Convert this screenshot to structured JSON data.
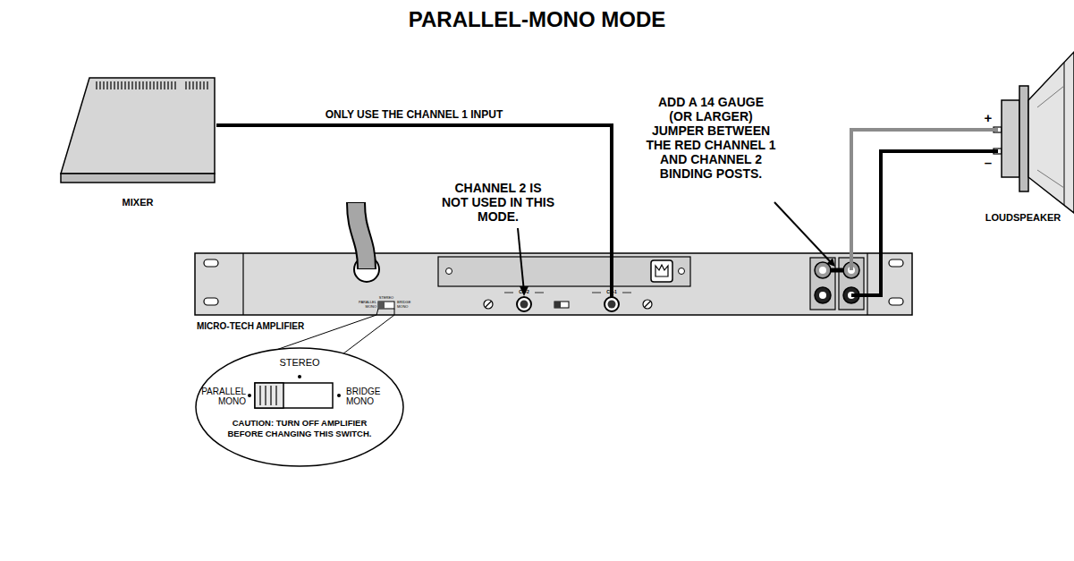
{
  "diagram": {
    "title": "PARALLEL-MONO MODE",
    "nodes": [
      {
        "text": [
          "MIXER"
        ]
      },
      {
        "text": [
          "LOUDSPEAKER"
        ]
      },
      {
        "text": [
          "MICRO-TECH AMPLIFIER"
        ]
      },
      {
        "text": [
          "STEREO",
          "PARALLEL MONO",
          "BRIDGE MONO",
          "CAUTION: TURN OFF AMPLIFIER BEFORE CHANGING THIS SWITCH."
        ]
      }
    ],
    "edges": [
      {
        "from": 0,
        "to": 2,
        "arrow": "none",
        "label": "ONLY USE THE CHANNEL 1 INPUT"
      },
      {
        "from": 2,
        "to": 1,
        "arrow": "none"
      },
      {
        "from": 2,
        "to": 1,
        "arrow": "none"
      },
      {
        "from": 2,
        "to": 3,
        "arrow": "none"
      }
    ],
    "labels": [
      "CHANNEL 2 IS NOT USED IN THIS MODE.",
      "ADD A 14 GAUGE (OR LARGER) JUMPER BETWEEN THE RED CHANNEL 1 AND CHANNEL 2 BINDING POSTS.",
      "+",
      "–",
      "CH-2",
      "CH-1",
      "STEREO",
      "PARALLEL MONO",
      "BRIDGE MONO"
    ]
  }
}
